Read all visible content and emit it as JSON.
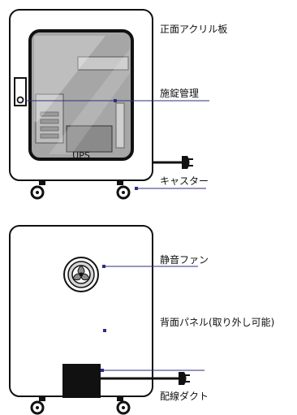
{
  "colors": {
    "outline": "#111111",
    "cabinet_fill": "#ffffff",
    "window_fill": "#a6a6a6",
    "window_light": "#d2d2d2",
    "leader_line": "#2e2e80",
    "dark_box": "#111111"
  },
  "front_view": {
    "labels": {
      "acrylic": "正面アクリル板",
      "lock": "施錠管理",
      "caster": "キャスター"
    },
    "ups_caption": "UPS"
  },
  "back_view": {
    "labels": {
      "fan": "静音ファン",
      "panel": "背面パネル(取り外し可能)",
      "duct": "配線ダクト"
    }
  },
  "icons": {
    "front_plug": "power-plug-icon",
    "back_plug": "power-plug-icon",
    "fan": "fan-icon",
    "casters": "caster-wheel-icon"
  }
}
